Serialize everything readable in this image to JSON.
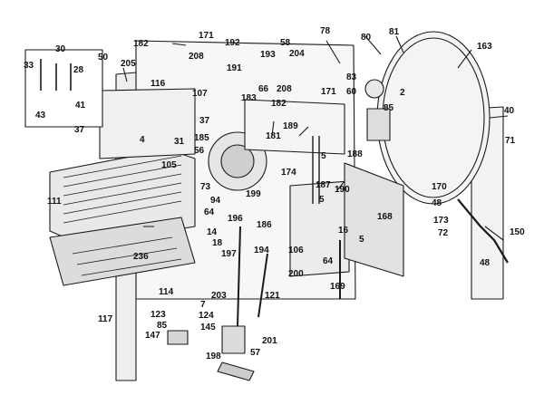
{
  "diagram": {
    "labels": [
      "182",
      "171",
      "192",
      "58",
      "193",
      "78",
      "80",
      "81",
      "163",
      "30",
      "33",
      "28",
      "50",
      "205",
      "208",
      "191",
      "204",
      "116",
      "107",
      "66",
      "208",
      "183",
      "83",
      "60",
      "2",
      "85",
      "40",
      "41",
      "43",
      "37",
      "37",
      "182",
      "171",
      "189",
      "181",
      "188",
      "71",
      "4",
      "31",
      "185",
      "56",
      "105",
      "73",
      "174",
      "5",
      "187",
      "190",
      "5",
      "170",
      "48",
      "111",
      "94",
      "64",
      "196",
      "199",
      "186",
      "168",
      "173",
      "72",
      "150",
      "14",
      "18",
      "197",
      "236",
      "194",
      "106",
      "16",
      "5",
      "64",
      "48",
      "200",
      "169",
      "114",
      "203",
      "121",
      "7",
      "123",
      "124",
      "85",
      "145",
      "147",
      "201",
      "117",
      "198",
      "57"
    ]
  },
  "colors": {
    "line": "#1a1a1a",
    "fill_light": "#f2f2f2",
    "fill_mid": "#cfcfcf",
    "fill_dark": "#8a8a8a"
  }
}
